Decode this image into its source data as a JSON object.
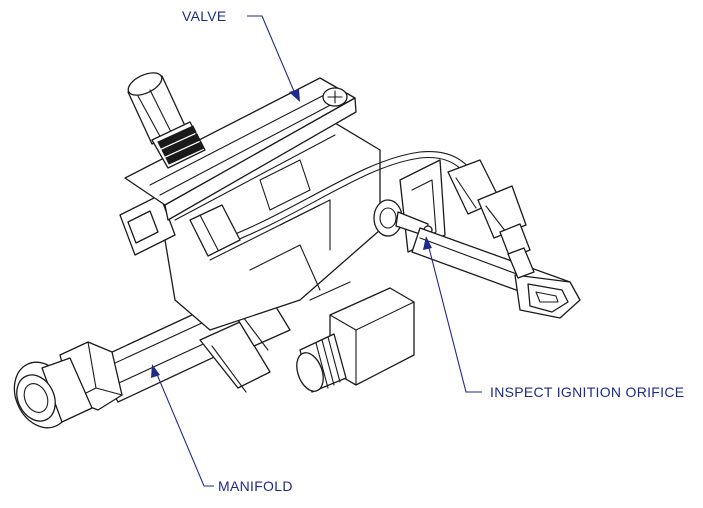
{
  "labels": {
    "valve": "VALVE",
    "inspect_ignition_orifice": "INSPECT IGNITION ORIFICE",
    "manifold": "MANIFOLD"
  },
  "colors": {
    "callout": "#1f2a8a",
    "linework": "#1a1a1a",
    "background": "#ffffff"
  }
}
